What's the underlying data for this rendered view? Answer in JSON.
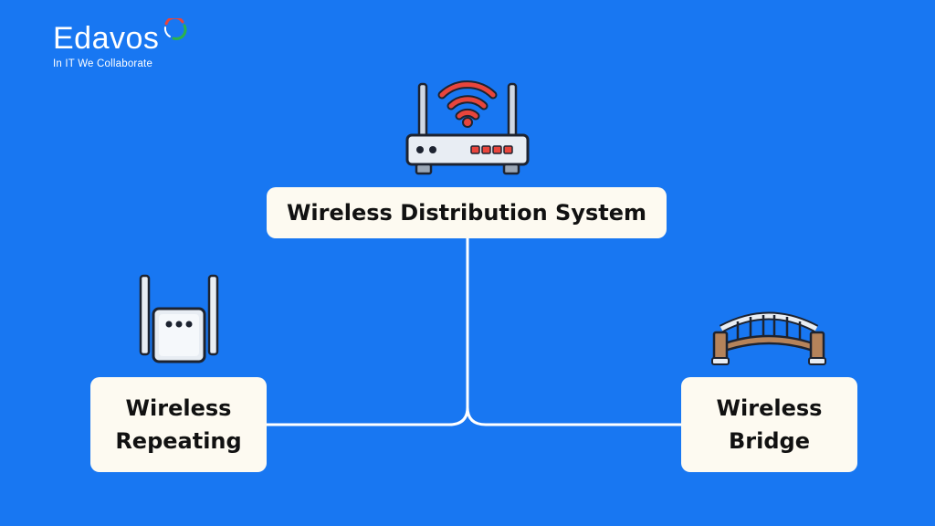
{
  "brand": {
    "name": "Edavos",
    "tagline": "In IT We Collaborate"
  },
  "diagram": {
    "root": {
      "label": "Wireless Distribution System",
      "icon": "router-icon"
    },
    "children": [
      {
        "line1": "Wireless",
        "line2": "Repeating",
        "icon": "repeater-icon"
      },
      {
        "line1": "Wireless",
        "line2": "Bridge",
        "icon": "bridge-icon"
      }
    ]
  },
  "colors": {
    "background": "#1877f2",
    "box": "#fdfaf1",
    "connector": "#ffffff",
    "wifi": "#e8453c"
  }
}
